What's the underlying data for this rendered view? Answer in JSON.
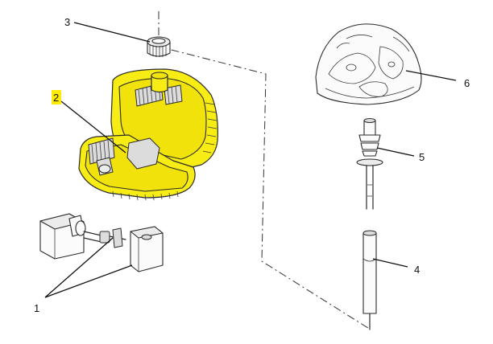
{
  "callouts": {
    "c1": "1",
    "c2": "2",
    "c3": "3",
    "c4": "4",
    "c5": "5",
    "c6": "6"
  },
  "colors": {
    "highlight": "#ffeb00",
    "part_yellow": "#f7ec13",
    "line": "#2a2a2a"
  }
}
